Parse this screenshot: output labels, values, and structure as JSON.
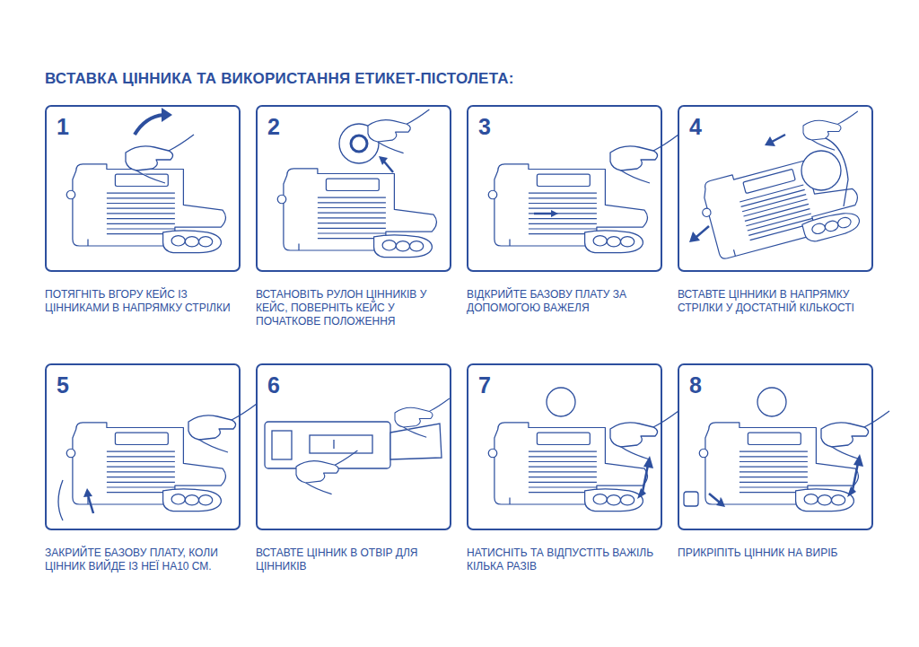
{
  "diagram": {
    "title": "ВСТАВКА ЦІННИКА ТА ВИКОРИСТАННЯ ЕТИКЕТ-ПІСТОЛЕТА:",
    "nodes": [
      {
        "text": [
          "1",
          "ПОТЯГНІТЬ ВГОРУ КЕЙС ІЗ ЦІННИКАМИ В НАПРЯМКУ СТРІЛКИ"
        ]
      },
      {
        "text": [
          "2",
          "ВСТАНОВІТЬ РУЛОН ЦІННИКІВ У КЕЙС, ПОВЕРНІТЬ КЕЙС У ПОЧАТКОВЕ ПОЛОЖЕННЯ"
        ]
      },
      {
        "text": [
          "3",
          "ВІДКРИЙТЕ БАЗОВУ ПЛАТУ ЗА ДОПОМОГОЮ ВАЖЕЛЯ"
        ]
      },
      {
        "text": [
          "4",
          "ВСТАВТЕ ЦІННИКИ В НАПРЯМКУ СТРІЛКИ У ДОСТАТНІЙ КІЛЬКОСТІ"
        ]
      },
      {
        "text": [
          "5",
          "ЗАКРИЙТЕ БАЗОВУ ПЛАТУ, КОЛИ ЦІННИК ВИЙДЕ ІЗ НЕЇ НА10 СМ."
        ]
      },
      {
        "text": [
          "6",
          "ВСТАВТЕ ЦІННИК В ОТВІР ДЛЯ ЦІННИКІВ"
        ]
      },
      {
        "text": [
          "7",
          "НАТИСНІТЬ ТА ВІДПУСТІТЬ ВАЖІЛЬ КІЛЬКА РАЗІВ"
        ]
      },
      {
        "text": [
          "8",
          "ПРИКРІПІТЬ ЦІННИК НА ВИРІБ"
        ]
      }
    ]
  }
}
